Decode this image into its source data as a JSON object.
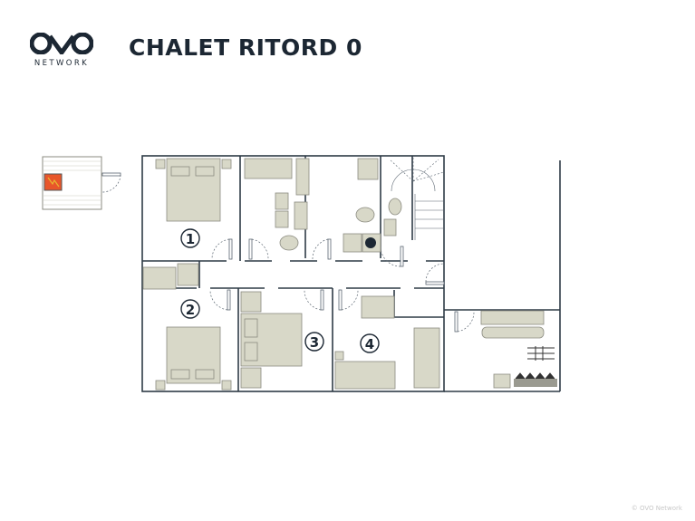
{
  "header": {
    "logo_text": "NETWORK",
    "logo_mark": "OVO",
    "title": "CHALET RITORD 0"
  },
  "plan": {
    "rooms": [
      {
        "number": "1"
      },
      {
        "number": "2"
      },
      {
        "number": "3"
      },
      {
        "number": "4"
      }
    ],
    "colors": {
      "wall": "#2e3b46",
      "furniture": "#d8d8c8",
      "electrical": "#e8562a"
    }
  },
  "footer": {
    "copyright": "© OVO Network"
  }
}
